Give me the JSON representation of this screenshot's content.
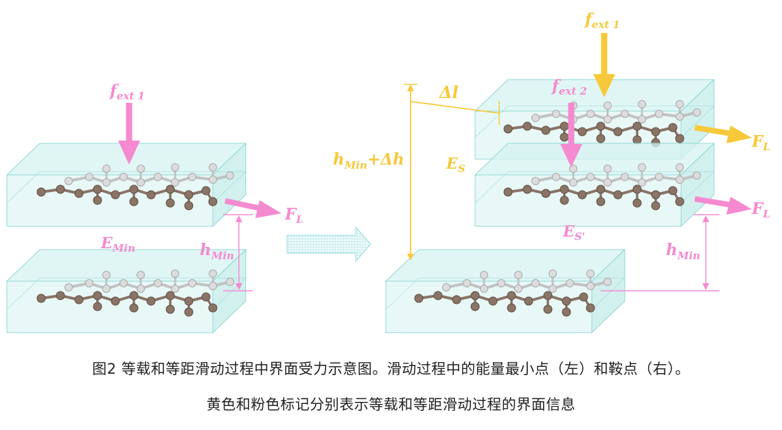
{
  "colors": {
    "pink": "#f58ad0",
    "yellow": "#f7c93a",
    "slab_face": "#d5f3f1",
    "slab_edge": "#8fd8d3",
    "atom": "#8a7466",
    "atom_ghost": "#c2c2c2",
    "arrow_fill": "#e8f7f8",
    "arrow_line": "#9adbdc"
  },
  "left": {
    "force_ext": {
      "base": "f",
      "sub": "ext 1"
    },
    "force_lateral": {
      "base": "F",
      "sub": "L"
    },
    "energy": {
      "base": "E",
      "sub": "Min"
    },
    "gap": {
      "base": "h",
      "sub": "Min"
    }
  },
  "right": {
    "force_ext_top": {
      "base": "f",
      "sub": "ext 1"
    },
    "force_ext_mid": {
      "base": "f",
      "sub": "ext 2"
    },
    "slide": "Δl",
    "height": {
      "base": "h",
      "sub": "Min",
      "suffix": "+Δh"
    },
    "force_lateral_top": {
      "base": "F",
      "sub": "L"
    },
    "force_lateral_mid": {
      "base": "F",
      "sub": "L"
    },
    "energy_saddle": {
      "base": "E",
      "sub": "S"
    },
    "energy_saddle_prime": {
      "base": "E",
      "sub": "S'"
    },
    "gap": {
      "base": "h",
      "sub": "Min"
    }
  },
  "caption": {
    "line1": "图2 等载和等距滑动过程中界面受力示意图。滑动过程中的能量最小点（左）和鞍点（右）。",
    "line2": "黄色和粉色标记分别表示等载和等距滑动过程的界面信息"
  }
}
